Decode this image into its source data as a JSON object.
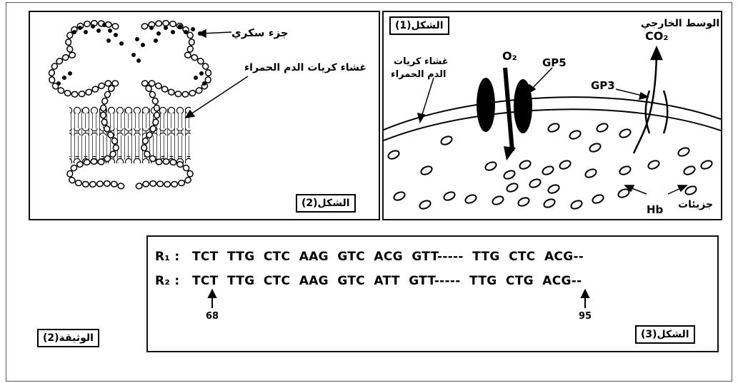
{
  "figure1": {
    "tag": "الشكل(1)",
    "medium_label": "الوسط الخارجي",
    "membrane_label_line1": "غشاء كريات",
    "membrane_label_line2": "الدم الحمراء",
    "o2_label": "O₂",
    "co2_label": "CO₂",
    "gp5_label": "GP5",
    "gp3_label": "GP3",
    "hb_label_top": "جزيئات",
    "hb_label_bottom": "Hb"
  },
  "figure2": {
    "tag": "الشكل(2)",
    "sugar_label": "جزء سكري",
    "membrane_label": "غشاء كريات الدم الحمراء"
  },
  "figure3": {
    "tag": "الشكل(3)",
    "r1_prefix": "R₁ :",
    "r1_sequence": "TCT  TTG  CTC  AAG  GTC  ACG  GTT-----  TTG  CTC  ACG--",
    "r2_prefix": "R₂ :",
    "r2_sequence": "TCT  TTG  CTC  AAG  GTC  ATT  GTT-----  TTG  CTG  ACG--",
    "pos_left": "68",
    "pos_right": "95"
  },
  "document_tag": "الوثيقة(2)"
}
